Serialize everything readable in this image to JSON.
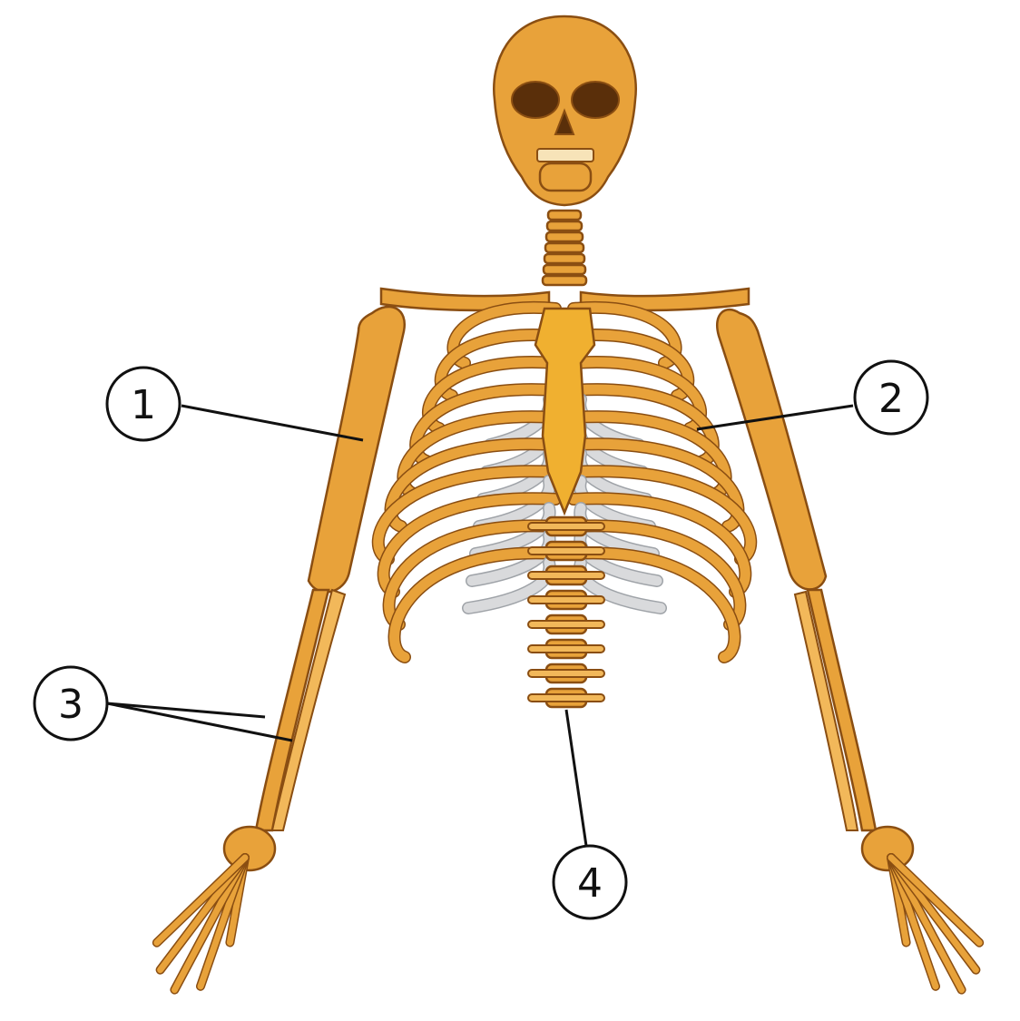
{
  "colors": {
    "background": "#ffffff",
    "bone": "#e8a23a",
    "bone_light": "#f2b85a",
    "bone_dark": "#b5701c",
    "bone_outline": "#8a4e12",
    "cartilage": "#d9dadc",
    "cartilage_outline": "#9fa3a8",
    "sternum": "#f0b030",
    "callout_line": "#111111"
  },
  "callouts": [
    {
      "id": "1",
      "label": "1"
    },
    {
      "id": "2",
      "label": "2"
    },
    {
      "id": "3",
      "label": "3"
    },
    {
      "id": "4",
      "label": "4"
    }
  ]
}
